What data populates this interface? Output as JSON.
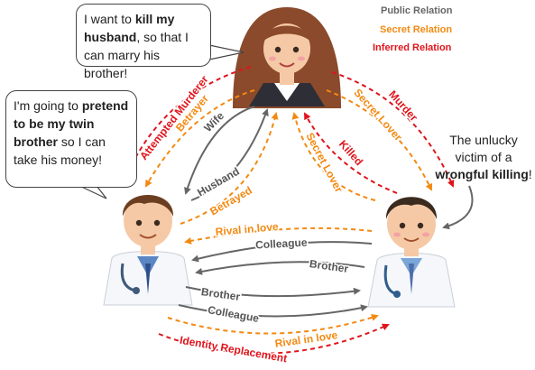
{
  "legend": {
    "public": {
      "label": "Public Relation",
      "color": "#666666"
    },
    "secret": {
      "label": "Secret Relation",
      "color": "#f28a12"
    },
    "inferred": {
      "label": "Inferred Relation",
      "color": "#e0141c"
    }
  },
  "characters": {
    "wife": {
      "icon": "woman-avatar-icon",
      "role": "wife"
    },
    "husband": {
      "icon": "male-doctor-avatar-icon",
      "role": "husband"
    },
    "brother": {
      "icon": "male-doctor-avatar-icon",
      "role": "twin brother"
    }
  },
  "bubbles": {
    "wife": {
      "pre": "I want to ",
      "bold": "kill my husband",
      "post": ", so that I can marry his brother!"
    },
    "husband": {
      "pre": "I'm going to ",
      "bold": "pretend to be my twin brother",
      "post": " so I can take his money!"
    }
  },
  "victim_note": {
    "pre": "The unlucky victim of a ",
    "bold": "wrongful killing",
    "post": "!"
  },
  "relations": {
    "attempted_murderer": "Attempted Murderer",
    "betrayer": "Betrayer",
    "wife": "Wife",
    "husband": "Husband",
    "betrayed": "Betrayed",
    "murder": "Murder",
    "secret_lover_outer": "Secret Lover",
    "killed": "Killed",
    "secret_lover_inner": "Secret Lover",
    "rival_in_love_top": "Rival in love",
    "colleague_top": "Colleague",
    "brother_top": "Brother",
    "brother_bottom": "Brother",
    "colleague_bottom": "Colleague",
    "rival_in_love_bottom": "Rival in love",
    "identity_replacement": "Identity Replacement"
  }
}
